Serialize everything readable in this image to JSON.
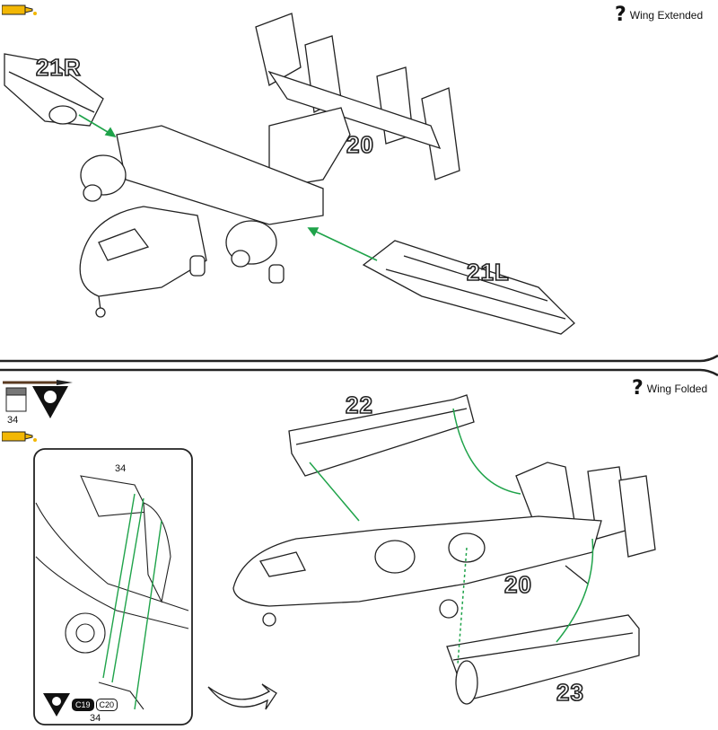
{
  "top": {
    "label": "Wing Extended",
    "parts": {
      "p21r": "21R",
      "p20": "20",
      "p21l": "21L"
    }
  },
  "bottom": {
    "label": "Wing Folded",
    "paint_code": "34",
    "parts": {
      "p22": "22",
      "p20": "20",
      "p23": "23"
    },
    "inset": {
      "top_code": "34",
      "tag1": "C19",
      "tag2": "C20",
      "bottom_code": "34"
    }
  },
  "colors": {
    "arrow": "#1fa34a",
    "glue": "#f2b705",
    "line": "#222222"
  },
  "icons": {
    "help": "question-mark-icon",
    "glue": "glue-tube-icon",
    "brush": "paintbrush-icon",
    "paint": "paint-jar-icon",
    "matt": "matt-finish-triangle-icon",
    "flip": "flip-over-arrow-icon"
  }
}
